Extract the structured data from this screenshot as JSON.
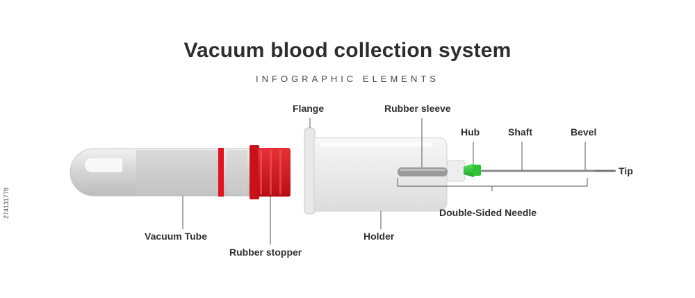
{
  "title": "Vacuum blood collection system",
  "subtitle": "INFOGRAPHIC ELEMENTS",
  "labels": {
    "flange": "Flange",
    "rubber_sleeve": "Rubber sleeve",
    "hub": "Hub",
    "shaft": "Shaft",
    "bevel": "Bevel",
    "tip": "Tip",
    "double_sided_needle": "Double-Sided Needle",
    "vacuum_tube": "Vacuum Tube",
    "rubber_stopper": "Rubber stopper",
    "holder": "Holder"
  },
  "stock_id": "274131778",
  "colors": {
    "stopper_red": "#e0141e",
    "hub_green": "#2ec235",
    "text": "#2f2f2f"
  }
}
